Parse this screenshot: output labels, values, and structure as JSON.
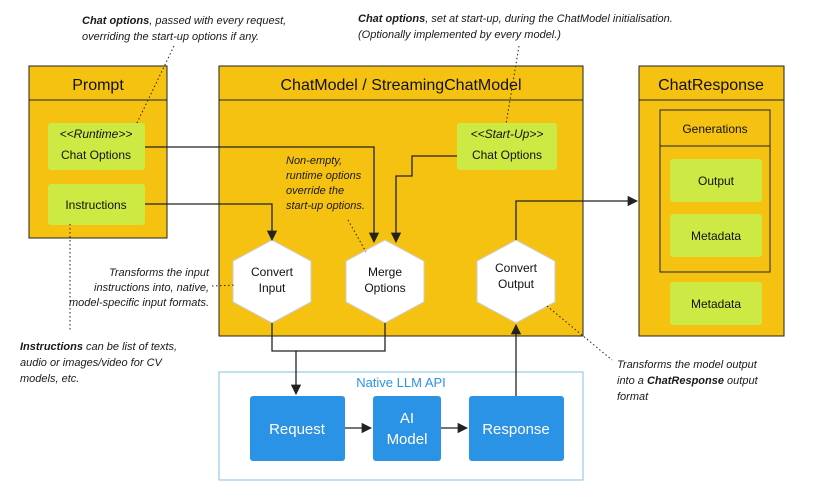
{
  "colors": {
    "yellow": "#f6c211",
    "green": "#cde944",
    "blue": "#2b93e6",
    "api_border": "#7fc0e8",
    "api_title": "#2b93e6",
    "stroke": "#222222"
  },
  "prompt": {
    "title": "Prompt",
    "runtime_tag": "<<Runtime>>",
    "chat_options": "Chat Options",
    "instructions": "Instructions"
  },
  "chat_model": {
    "title": "ChatModel / StreamingChatModel",
    "startup_tag": "<<Start-Up>>",
    "chat_options": "Chat Options",
    "override_note": [
      "Non-empty,",
      "runtime options",
      "override the",
      "start-up options."
    ],
    "convert_input": [
      "Convert",
      "Input"
    ],
    "merge_options": [
      "Merge",
      "Options"
    ],
    "convert_output": [
      "Convert",
      "Output"
    ]
  },
  "chat_response": {
    "title": "ChatResponse",
    "generations": "Generations",
    "output": "Output",
    "gen_metadata": "Metadata",
    "metadata": "Metadata"
  },
  "native_api": {
    "title": "Native LLM API",
    "request": "Request",
    "ai_model": [
      "AI",
      "Model"
    ],
    "response": "Response"
  },
  "annotations": {
    "runtime_bold": "Chat options",
    "runtime_line1_rest": ", passed with every  request,",
    "runtime_line2": "overriding the start-up options if any.",
    "startup_bold": "Chat options",
    "startup_line1_rest": ", set at start-up, during  the ChatModel initialisation.",
    "startup_line2": "(Optionally implemented by every model.)",
    "transform_input": [
      "Transforms the input",
      "instructions into, native,",
      "model-specific input formats."
    ],
    "instr_bold": "Instructions",
    "instr_line1_rest": " can be list of texts,",
    "instr_line2": "audio or images/video for CV",
    "instr_line3": "models, etc.",
    "output_line1": "Transforms the model output",
    "output_line2_pre": "into  a ",
    "output_line2_bold": "ChatResponse",
    "output_line2_post": " output",
    "output_line3": "format"
  }
}
